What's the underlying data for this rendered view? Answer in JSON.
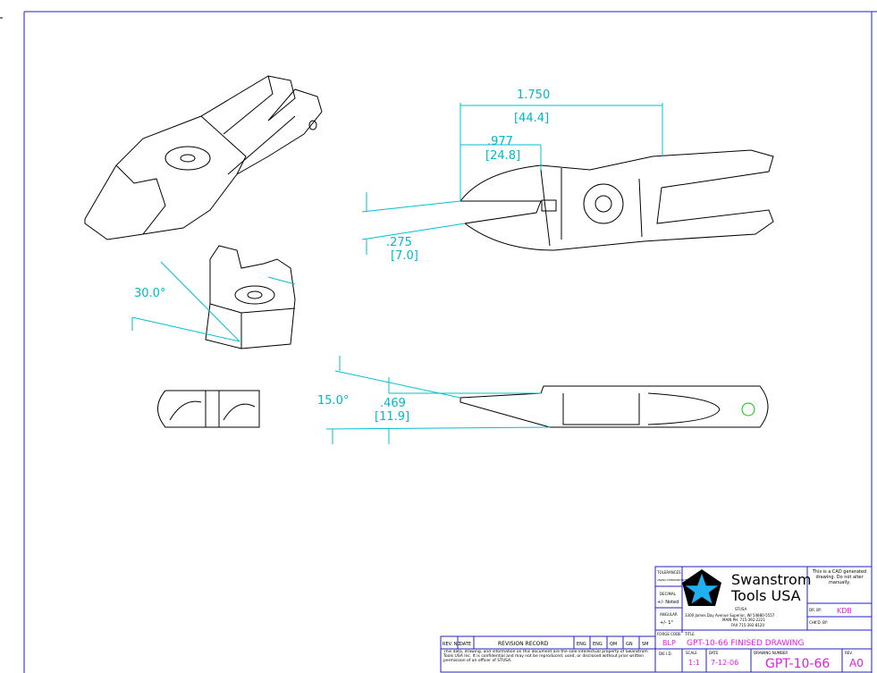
{
  "dimensions": {
    "overall_length": "1.750",
    "overall_length_mm": "[44.4]",
    "pivot_offset": ".977",
    "pivot_offset_mm": "[24.8]",
    "jaw_height": ".275",
    "jaw_height_mm": "[7.0]",
    "top_angle": "30.0°",
    "side_angle": "15.0°",
    "thickness": ".469",
    "thickness_mm": "[11.9]"
  },
  "title_block": {
    "tolerances_label": "TOLERANCES",
    "tolerances_sub": "UNLESS OTHERWISE NOTED",
    "decimal_label": "DECIMAL",
    "decimal_value": "+/- Noted",
    "angular_label": "ANGULAR",
    "angular_value": "+/- 1°",
    "company_line1": "Swanstrom",
    "company_line2": "Tools USA",
    "logo_caption": "STUSA",
    "address": "3300 James Day Avenue Superior, WI 54880-5557",
    "phone": "MAIN PH. 715-392-2221",
    "fax": "FAX 715-392-8120",
    "cad_note": "This is a CAD generated drawing. Do not alter manually.",
    "drawn_by_label": "DR. BY:",
    "drawn_by": "KDB",
    "checked_by_label": "CHK'D. BY:",
    "forge_code_label": "FORGE CODE",
    "forge_code": "BLP",
    "title_label": "TITLE",
    "title": "GPT-10-66 FINISED DRAWING",
    "die_id_label": "DIE I.D.",
    "scale_label": "SCALE",
    "scale": "1:1",
    "date_label": "DATE",
    "date": "7-12-06",
    "drawing_number_label": "DRAWING NUMBER",
    "drawing_number": "GPT-10-66",
    "rev_label": "REV.",
    "rev": "A0"
  },
  "revision_record": {
    "headers": [
      "REV. NO",
      "DATE",
      "REVISION RECORD",
      "ENG",
      "ENG",
      "QM",
      "GN",
      "SM"
    ],
    "confidential_note": "This data, drawing, and information on this document are the sole intellectual property of Swanstrom Tools USA Inc. It is confidential and may not be reproduced, used, or disclosed without prior written permission of an officer of STUSA."
  },
  "colors": {
    "dimension": "#00b8c8",
    "title_text": "#e020e0",
    "border": "#2020c0",
    "logo": "#20b0f0"
  }
}
